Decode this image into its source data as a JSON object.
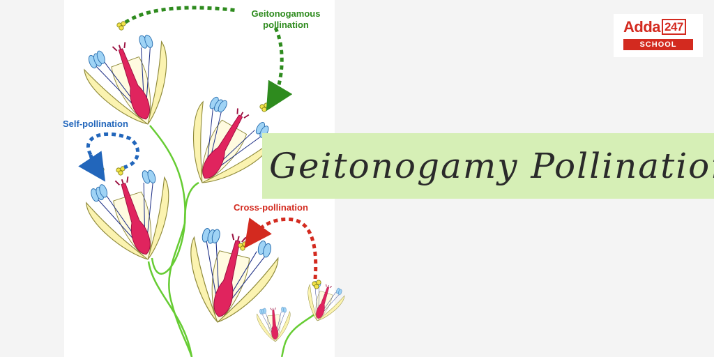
{
  "diagram": {
    "labels": {
      "geitonogamous": "Geitonogamous\npollination",
      "self": "Self-pollination",
      "cross": "Cross-pollination"
    },
    "colors": {
      "geitonogamous": "#2e8b1e",
      "self": "#2266bb",
      "cross": "#d32a1f",
      "stem": "#66cc33",
      "pistil": "#e0245e",
      "petal": "#fbf3b0",
      "anther": "#9fd3f5",
      "pollen": "#f2e34a"
    }
  },
  "banner": {
    "title": "Geitonogamy Pollination",
    "background": "#d6efb6"
  },
  "logo": {
    "brand": "Adda",
    "number": "247",
    "tagline": "SCHOOL",
    "color": "#d32a1f"
  }
}
